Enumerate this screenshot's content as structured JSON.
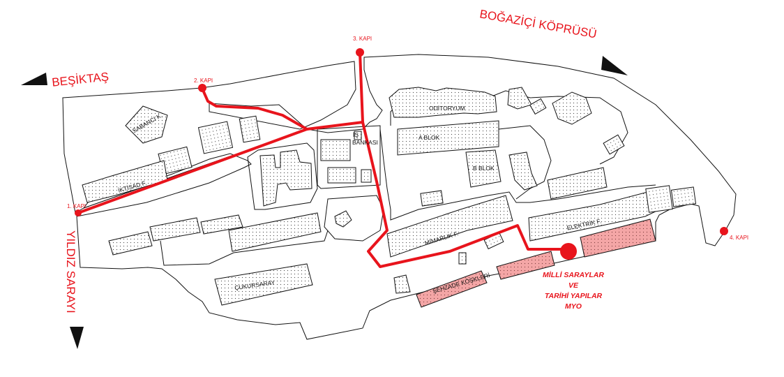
{
  "directions": {
    "besiktas": "BEŞİKTAŞ",
    "bogazici": "BOĞAZİÇİ KÖPRÜSÜ",
    "yildiz": "YILDIZ SARAYI"
  },
  "gates": [
    "1. KAPI",
    "2. KAPI",
    "3. KAPI",
    "4. KAPI"
  ],
  "buildings": {
    "sabanci": "SABANCI K.",
    "iktisad": "İKTİSAD F.",
    "is_bankasi_1": "İŞ",
    "is_bankasi_2": "BANKASI",
    "oditoryum": "ODİTORYUM",
    "a_blok": "A BLOK",
    "b_blok": "B BLOK",
    "mimarlik": "MİMARLIK F.",
    "elektrik": "ELEKTRİK F.",
    "sehzade": "ŞEHZADE KÖŞKLERİ",
    "cukursaray": "ÇUKURSARAY"
  },
  "myo": [
    "MİLLİ SARAYLAR",
    "VE",
    "TARİHİ YAPILAR",
    "MYO"
  ],
  "colors": {
    "route": "#e8141c",
    "highlight": "#f4a6a6",
    "text": "#111111"
  }
}
